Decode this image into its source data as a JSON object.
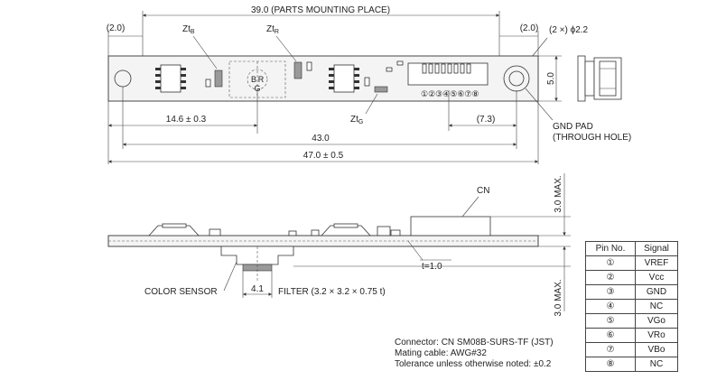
{
  "top_view": {
    "mounting_place": "39.0 (PARTS MOUNTING PLACE)",
    "left_margin": "(2.0)",
    "right_margin": "(2.0)",
    "hole": "(2 ×) ϕ2.2",
    "zt_b": "Zt",
    "zt_b_sub": "B",
    "zt_r": "Zt",
    "zt_r_sub": "R",
    "zt_g": "Zt",
    "zt_g_sub": "G",
    "sensor_b": "B",
    "sensor_r": "R",
    "sensor_g": "G",
    "pin_numbers": "①②③④⑤⑥⑦⑧",
    "height": "5.0",
    "dim_14_6": "14.6 ± 0.3",
    "dim_7_3": "(7.3)",
    "dim_43": "43.0",
    "dim_47": "47.0 ± 0.5",
    "gnd_pad_1": "GND PAD",
    "gnd_pad_2": "(THROUGH HOLE)"
  },
  "side_view": {
    "cn": "CN",
    "max_top": "3.0 MAX.",
    "max_bottom": "3.0 MAX.",
    "thickness": "t=1.0",
    "color_sensor": "COLOR SENSOR",
    "dim_4_1": "4.1",
    "filter": "FILTER (3.2 × 3.2 × 0.75 t)"
  },
  "notes": [
    "Connector: CN SM08B-SURS-TF (JST)",
    "Mating cable: AWG#32",
    "Tolerance unless otherwise noted: ±0.2"
  ],
  "pin_table": {
    "headers": [
      "Pin No.",
      "Signal"
    ],
    "rows": [
      [
        "①",
        "VREF"
      ],
      [
        "②",
        "Vcc"
      ],
      [
        "③",
        "GND"
      ],
      [
        "④",
        "NC"
      ],
      [
        "⑤",
        "VGo"
      ],
      [
        "⑥",
        "VRo"
      ],
      [
        "⑦",
        "VBo"
      ],
      [
        "⑧",
        "NC"
      ]
    ]
  }
}
